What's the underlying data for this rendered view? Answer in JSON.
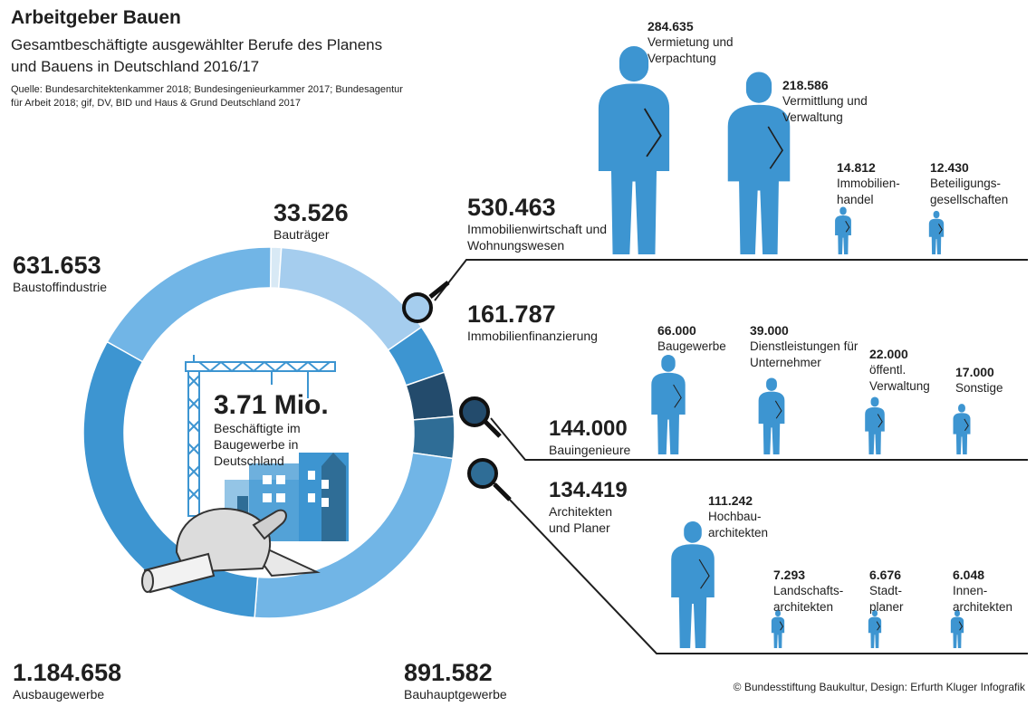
{
  "title": "Arbeitgeber Bauen",
  "subtitle": "Gesamtbeschäftigte ausgewählter Berufe des Planens und Bauens in Deutschland 2016/17",
  "source": "Quelle: Bundesarchitektenkammer 2018; Bundesingenieurkammer 2017; Bundesagentur für Arbeit 2018; gif, DV, BID und Haus & Grund Deutschland 2017",
  "center": {
    "value": "3.71 Mio.",
    "label": "Beschäftigte im Baugewerbe in Deutschland"
  },
  "credit": "© Bundesstiftung Baukultur, Design: Erfurth Kluger Infografik",
  "chart_data": {
    "type": "pie",
    "variant": "donut",
    "total_label": "3.71 Mio.",
    "segments": [
      {
        "name": "Bauträger",
        "value_label": "33.526",
        "value": 33526,
        "color": "#d8e9f5"
      },
      {
        "name": "Immobilienwirtschaft und Wohnungswesen",
        "value_label": "530.463",
        "value": 530463,
        "color": "#a5cdee"
      },
      {
        "name": "Immobilienfinanzierung",
        "value_label": "161.787",
        "value": 161787,
        "color": "#3d95d1"
      },
      {
        "name": "Bauingenieure",
        "value_label": "144.000",
        "value": 144000,
        "color": "#234b6c"
      },
      {
        "name": "Architekten und Planer",
        "value_label": "134.419",
        "value": 134419,
        "color": "#2f6d96"
      },
      {
        "name": "Bauhauptgewerbe",
        "value_label": "891.582",
        "value": 891582,
        "color": "#71b5e6"
      },
      {
        "name": "Ausbaugewerbe",
        "value_label": "1.184.658",
        "value": 1184658,
        "color": "#3d95d1"
      },
      {
        "name": "Baustoffindustrie",
        "value_label": "631.653",
        "value": 631653,
        "color": "#71b5e6"
      }
    ],
    "breakdowns": [
      {
        "group": "Immobilienwirtschaft und Wohnungswesen",
        "items": [
          {
            "value_label": "284.635",
            "value": 284635,
            "label": "Vermietung und Verpachtung"
          },
          {
            "value_label": "218.586",
            "value": 218586,
            "label": "Vermittlung und Verwaltung"
          },
          {
            "value_label": "14.812",
            "value": 14812,
            "label": "Immobilien-handel"
          },
          {
            "value_label": "12.430",
            "value": 12430,
            "label": "Beteiligungs-gesellschaften"
          }
        ]
      },
      {
        "group": "Bauingenieure",
        "items": [
          {
            "value_label": "66.000",
            "value": 66000,
            "label": "Baugewerbe"
          },
          {
            "value_label": "39.000",
            "value": 39000,
            "label": "Dienstleistungen für Unternehmer"
          },
          {
            "value_label": "22.000",
            "value": 22000,
            "label": "öffentl. Verwaltung"
          },
          {
            "value_label": "17.000",
            "value": 17000,
            "label": "Sonstige"
          }
        ]
      },
      {
        "group": "Architekten und Planer",
        "items": [
          {
            "value_label": "111.242",
            "value": 111242,
            "label": "Hochbau-architekten"
          },
          {
            "value_label": "7.293",
            "value": 7293,
            "label": "Landschafts-architekten"
          },
          {
            "value_label": "6.676",
            "value": 6676,
            "label": "Stadt-planer"
          },
          {
            "value_label": "6.048",
            "value": 6048,
            "label": "Innen-architekten"
          }
        ]
      }
    ]
  }
}
